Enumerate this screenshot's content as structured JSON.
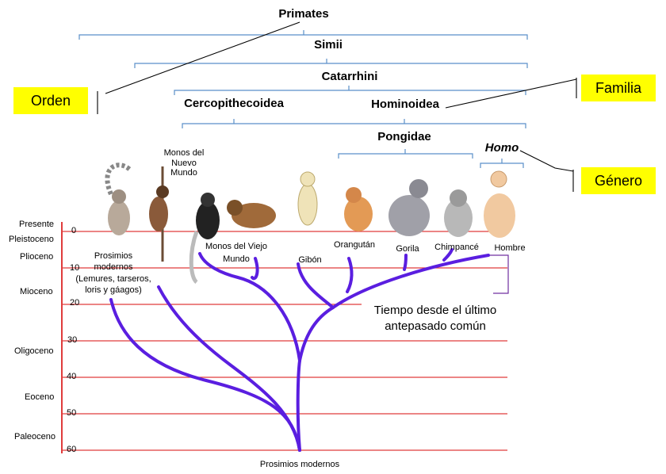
{
  "taxonomy": {
    "primates": "Primates",
    "simii": "Simii",
    "catarrhini": "Catarrhini",
    "cercopithecoidea": "Cercopithecoidea",
    "hominoidea": "Hominoidea",
    "pongidae": "Pongidae",
    "homo": "Homo"
  },
  "callouts": {
    "orden": "Orden",
    "familia": "Familia",
    "genero": "Género"
  },
  "animals": {
    "new_world_monkeys": [
      "Monos del",
      "Nuevo",
      "Mundo"
    ],
    "prosimians": [
      "Prosimios",
      "modernos",
      "(Lemures, tarseros,",
      "loris y gáagos)"
    ],
    "old_world_monkeys": [
      "Monos del Viejo",
      "Mundo"
    ],
    "gibbon": "Gibón",
    "orangutan": "Orangután",
    "gorilla": "Gorila",
    "chimpanzee": "Chimpancé",
    "human": "Hombre"
  },
  "time_axis": {
    "epochs": [
      "Presente",
      "Pleistoceno",
      "Plioceno",
      "Mioceno",
      "Oligoceno",
      "Eoceno",
      "Paleoceno"
    ],
    "ticks": [
      "0",
      "10",
      "20",
      "30",
      "40",
      "50",
      "60"
    ]
  },
  "note": [
    "Tiempo desde el último",
    "antepasado común"
  ],
  "root_label": "Prosimios modernos",
  "colors": {
    "bracket": "#5b8fc9",
    "tree": "#5a1ee0",
    "timeline": "#e03c3c",
    "callout_fill": "#ffff00",
    "note_box": "#7030a0"
  }
}
